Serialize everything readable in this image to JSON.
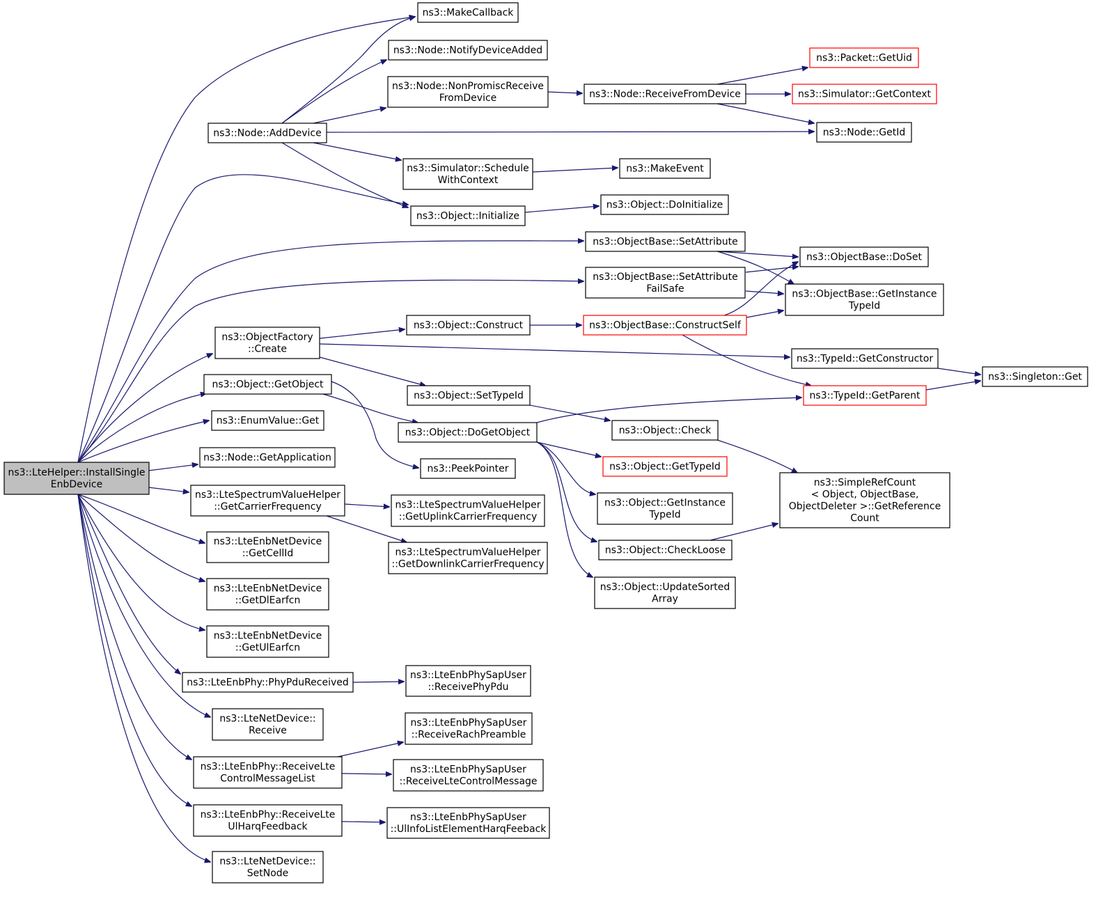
{
  "diagram": {
    "colors": {
      "edge": "#191970",
      "box_border": "#000000",
      "red_border": "#ff0000",
      "root_fill": "#bfbfbf"
    },
    "nodes": [
      {
        "id": "install",
        "lines": [
          "ns3::LteHelper::InstallSingle",
          "EnbDevice"
        ],
        "root": true
      },
      {
        "id": "makecallback",
        "lines": [
          "ns3::MakeCallback"
        ]
      },
      {
        "id": "notifydevice",
        "lines": [
          "ns3::Node::NotifyDeviceAdded"
        ]
      },
      {
        "id": "nonpromisc",
        "lines": [
          "ns3::Node::NonPromiscReceive",
          "FromDevice"
        ]
      },
      {
        "id": "adddevice",
        "lines": [
          "ns3::Node::AddDevice"
        ]
      },
      {
        "id": "schedule",
        "lines": [
          "ns3::Simulator::Schedule",
          "WithContext"
        ]
      },
      {
        "id": "initialize",
        "lines": [
          "ns3::Object::Initialize"
        ]
      },
      {
        "id": "receivefrom",
        "lines": [
          "ns3::Node::ReceiveFromDevice"
        ]
      },
      {
        "id": "getuid",
        "lines": [
          "ns3::Packet::GetUid"
        ],
        "red": true
      },
      {
        "id": "getcontext",
        "lines": [
          "ns3::Simulator::GetContext"
        ],
        "red": true
      },
      {
        "id": "getid",
        "lines": [
          "ns3::Node::GetId"
        ]
      },
      {
        "id": "makeevent",
        "lines": [
          "ns3::MakeEvent"
        ]
      },
      {
        "id": "doinitialize",
        "lines": [
          "ns3::Object::DoInitialize"
        ]
      },
      {
        "id": "setattribute",
        "lines": [
          "ns3::ObjectBase::SetAttribute"
        ]
      },
      {
        "id": "setattrfailsafe",
        "lines": [
          "ns3::ObjectBase::SetAttribute",
          "FailSafe"
        ]
      },
      {
        "id": "doset",
        "lines": [
          "ns3::ObjectBase::DoSet"
        ]
      },
      {
        "id": "getinstbase",
        "lines": [
          "ns3::ObjectBase::GetInstance",
          "TypeId"
        ]
      },
      {
        "id": "factorycreate",
        "lines": [
          "ns3::ObjectFactory",
          "::Create"
        ]
      },
      {
        "id": "construct",
        "lines": [
          "ns3::Object::Construct"
        ]
      },
      {
        "id": "constructself",
        "lines": [
          "ns3::ObjectBase::ConstructSelf"
        ],
        "red": true
      },
      {
        "id": "getconstructor",
        "lines": [
          "ns3::TypeId::GetConstructor"
        ]
      },
      {
        "id": "singletonget",
        "lines": [
          "ns3::Singleton::Get"
        ]
      },
      {
        "id": "getobject",
        "lines": [
          "ns3::Object::GetObject"
        ]
      },
      {
        "id": "settypeid",
        "lines": [
          "ns3::Object::SetTypeId"
        ]
      },
      {
        "id": "getparent",
        "lines": [
          "ns3::TypeId::GetParent"
        ],
        "red": true
      },
      {
        "id": "enumget",
        "lines": [
          "ns3::EnumValue::Get"
        ]
      },
      {
        "id": "dogetobject",
        "lines": [
          "ns3::Object::DoGetObject"
        ]
      },
      {
        "id": "check",
        "lines": [
          "ns3::Object::Check"
        ]
      },
      {
        "id": "getapplication",
        "lines": [
          "ns3::Node::GetApplication"
        ]
      },
      {
        "id": "peekpointer",
        "lines": [
          "ns3::PeekPointer"
        ]
      },
      {
        "id": "gettypeid",
        "lines": [
          "ns3::Object::GetTypeId"
        ],
        "red": true
      },
      {
        "id": "refcount",
        "lines": [
          "ns3::SimpleRefCount",
          "< Object, ObjectBase,",
          "ObjectDeleter >::GetReference",
          "Count"
        ]
      },
      {
        "id": "getcarrier",
        "lines": [
          "ns3::LteSpectrumValueHelper",
          "::GetCarrierFrequency"
        ]
      },
      {
        "id": "getuplink",
        "lines": [
          "ns3::LteSpectrumValueHelper",
          "::GetUplinkCarrierFrequency"
        ]
      },
      {
        "id": "getinstobj",
        "lines": [
          "ns3::Object::GetInstance",
          "TypeId"
        ]
      },
      {
        "id": "getcellid",
        "lines": [
          "ns3::LteEnbNetDevice",
          "::GetCellId"
        ]
      },
      {
        "id": "getdownlink",
        "lines": [
          "ns3::LteSpectrumValueHelper",
          "::GetDownlinkCarrierFrequency"
        ]
      },
      {
        "id": "checkloose",
        "lines": [
          "ns3::Object::CheckLoose"
        ]
      },
      {
        "id": "updatesorted",
        "lines": [
          "ns3::Object::UpdateSorted",
          "Array"
        ]
      },
      {
        "id": "getdlearfcn",
        "lines": [
          "ns3::LteEnbNetDevice",
          "::GetDlEarfcn"
        ]
      },
      {
        "id": "getulearfcn",
        "lines": [
          "ns3::LteEnbNetDevice",
          "::GetUlEarfcn"
        ]
      },
      {
        "id": "phypdureceived",
        "lines": [
          "ns3::LteEnbPhy::PhyPduReceived"
        ]
      },
      {
        "id": "receivephypdu",
        "lines": [
          "ns3::LteEnbPhySapUser",
          "::ReceivePhyPdu"
        ]
      },
      {
        "id": "netdevreceive",
        "lines": [
          "ns3::LteNetDevice::",
          "Receive"
        ]
      },
      {
        "id": "receiverach",
        "lines": [
          "ns3::LteEnbPhySapUser",
          "::ReceiveRachPreamble"
        ]
      },
      {
        "id": "receivectrllist",
        "lines": [
          "ns3::LteEnbPhy::ReceiveLte",
          "ControlMessageList"
        ]
      },
      {
        "id": "receivectrlmsg",
        "lines": [
          "ns3::LteEnbPhySapUser",
          "::ReceiveLteControlMessage"
        ]
      },
      {
        "id": "receiveharq",
        "lines": [
          "ns3::LteEnbPhy::ReceiveLte",
          "UlHarqFeedback"
        ]
      },
      {
        "id": "ulinfoharq",
        "lines": [
          "ns3::LteEnbPhySapUser",
          "::UlInfoListElementHarqFeeback"
        ]
      },
      {
        "id": "setnode",
        "lines": [
          "ns3::LteNetDevice::",
          "SetNode"
        ]
      }
    ]
  }
}
